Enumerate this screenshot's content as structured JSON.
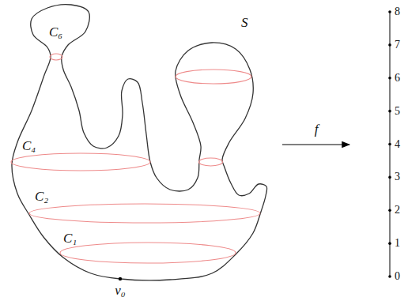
{
  "diagram": {
    "labels": [
      "C₆",
      "C₄",
      "C₂",
      "C₁",
      "S",
      "v₀",
      "f",
      "0",
      "1",
      "2",
      "3",
      "4",
      "5",
      "6",
      "7",
      "8"
    ]
  }
}
